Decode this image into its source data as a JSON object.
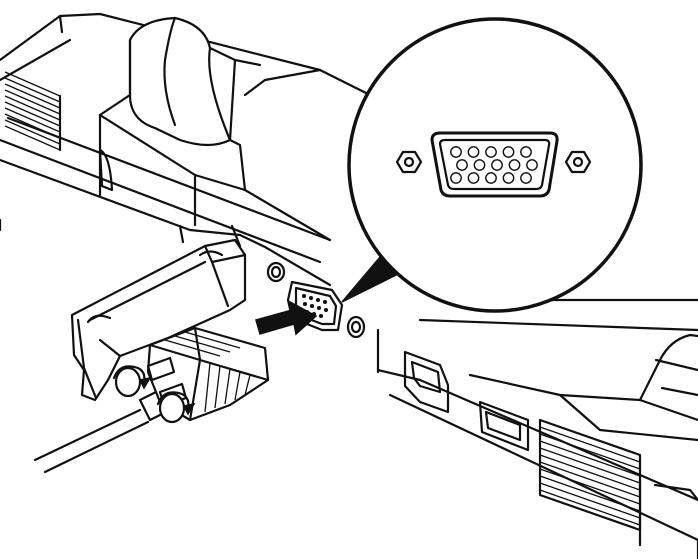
{
  "figure": {
    "subject": "",
    "colors": {
      "ink": "#111111",
      "paper": "#ffffff"
    }
  },
  "inset": {
    "connector": {
      "pin_rows": [
        5,
        5,
        5
      ]
    }
  },
  "icons": [
    "arrow-right-icon",
    "rotate-screw-icon"
  ]
}
